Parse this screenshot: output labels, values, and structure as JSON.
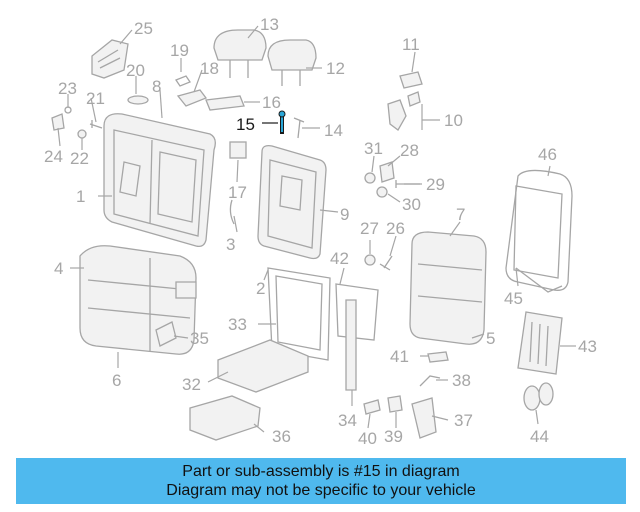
{
  "banner": {
    "line1": "Part or sub-assembly is #15 in diagram",
    "line2": "Diagram may not be specific to your vehicle"
  },
  "highlighted_part": "15",
  "colors": {
    "banner": "#4fb9ee",
    "line_art": "#a6a6a6",
    "highlight": "#1a1a1a",
    "highlight_part": "#2aa7d8"
  },
  "labels": {
    "p1": "1",
    "p2": "2",
    "p3": "3",
    "p4": "4",
    "p5": "5",
    "p6": "6",
    "p7": "7",
    "p8": "8",
    "p9": "9",
    "p10": "10",
    "p11": "11",
    "p12": "12",
    "p13": "13",
    "p14": "14",
    "p15": "15",
    "p16": "16",
    "p17": "17",
    "p18": "18",
    "p19": "19",
    "p20": "20",
    "p21": "21",
    "p22": "22",
    "p23": "23",
    "p24": "24",
    "p25": "25",
    "p26": "26",
    "p27": "27",
    "p28": "28",
    "p29": "29",
    "p30": "30",
    "p31": "31",
    "p32": "32",
    "p33": "33",
    "p34": "34",
    "p35": "35",
    "p36": "36",
    "p37": "37",
    "p38": "38",
    "p39": "39",
    "p40": "40",
    "p41": "41",
    "p42": "42",
    "p43": "43",
    "p44": "44",
    "p45": "45",
    "p46": "46"
  }
}
